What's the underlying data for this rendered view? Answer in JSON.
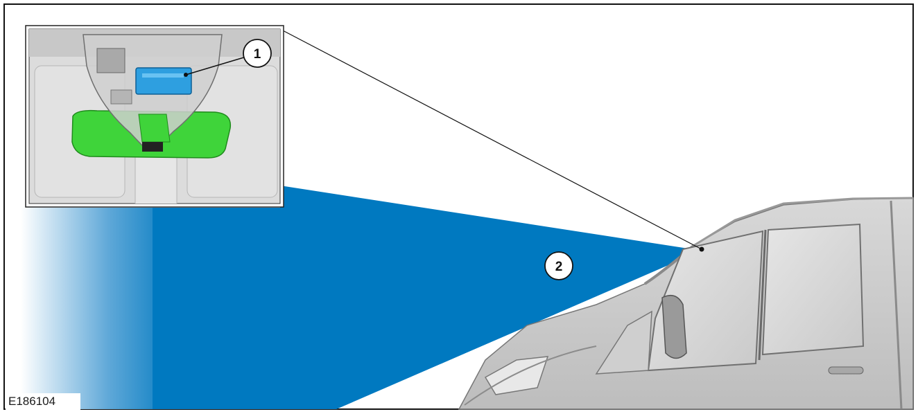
{
  "figure": {
    "id": "E186104",
    "callouts": [
      {
        "label": "1",
        "target": "camera-module-behind-rear-view-mirror"
      },
      {
        "label": "2",
        "target": "camera-field-of-view"
      }
    ]
  },
  "colors": {
    "beam": "#0079c0",
    "mirror_green": "#3fd43a",
    "camera_blue": "#2e9fe0",
    "frame": "#111111"
  }
}
